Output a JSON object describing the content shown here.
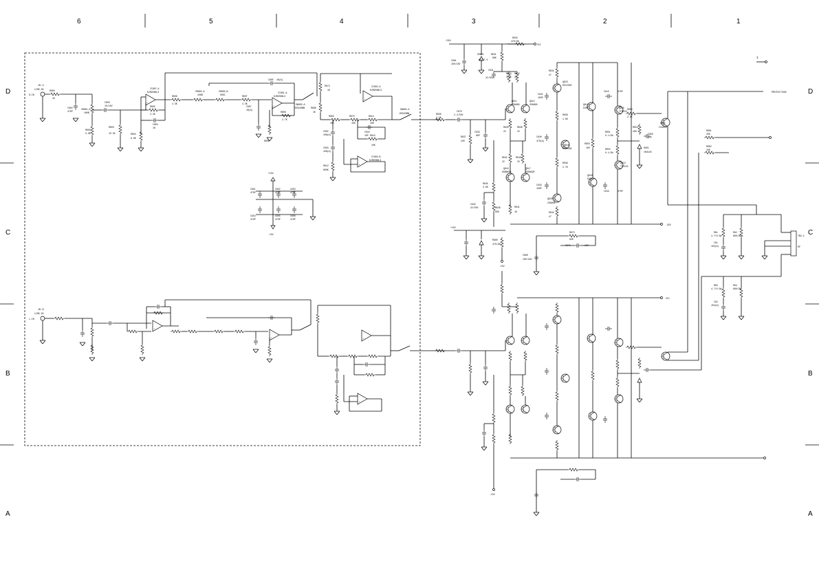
{
  "zones": {
    "columns": [
      "6",
      "5",
      "4",
      "3",
      "2",
      "1"
    ],
    "rows": [
      "D",
      "C",
      "B",
      "A"
    ]
  },
  "labels": {
    "in_top": "JK-4",
    "in_top2": "LINE-IN",
    "in_top3": "R-IN",
    "in_bot": "JK-6",
    "in_bot2": "LINE-IN",
    "in_bot3": "L-IN",
    "r800": "R800",
    "r800v": "1K",
    "c802": "C802",
    "c802v": "470P",
    "vr801": "VR801-A",
    "vr801v": "10KB",
    "r802": "R802",
    "r802v": "3.9K",
    "c803": "C803",
    "c803v": "10/16V",
    "r803": "R803",
    "r803v": "10.2K",
    "ic807a": "IC807-A",
    "ic807av": "NJM2068L3",
    "r804": "R804",
    "r804v": "6.8K",
    "r806": "R806",
    "r806v": "4.3K",
    "c804": "C804",
    "c804v": "1N",
    "r805": "R805",
    "r805v": "4.3K",
    "vr802a": "VR802-A",
    "vr802av": "10KB",
    "vr803b": "VR803-B",
    "vr803bv": "50KC",
    "r807": "R807",
    "r807v": "4.3K",
    "c805": "C805",
    "c805v": "1N(A)",
    "c807": "C807",
    "c807v": "1N(A)",
    "ic801a": "IC801-A",
    "ic801av": "NJM2068L3",
    "r808": "R808",
    "r808v": "2.7K",
    "sw802a": "SW802-A",
    "sw802av": "JSS220BN",
    "r809": "R809",
    "r809v": "10K",
    "r874": "R874",
    "r874v": "1K",
    "r888": "R888",
    "r888v": "1K",
    "r865": "R865",
    "r865v": "10K",
    "r870": "R870",
    "r870v": "10K",
    "r814": "R814",
    "r814v": "43K",
    "c802b": "C802",
    "c802bv": "10N(A)",
    "c803b": "C803",
    "c803bv": "10N(A)",
    "c810": "C810",
    "c810v": "10P",
    "ic802a": "IC802-A",
    "ic802av": "NJM2068L3",
    "r813": "R813",
    "r813v": "10K",
    "ic803b": "IC803-B",
    "ic803bv": "NJM2068L3",
    "r812": "R812",
    "r812v": "680K",
    "sw804a": "SW804-A",
    "sw804av": "JSS220BN",
    "c851": "C851",
    "c851v": "470P",
    "c852": "C852",
    "c852v": "470P",
    "c853": "C853",
    "c853v": "470P",
    "c854": "C854",
    "c854v": "470P",
    "c855": "C855",
    "c855v": "470P",
    "c856": "C856",
    "c856v": "470P",
    "v15p": "+15V",
    "v15n": "-15V",
    "r830": "R830",
    "r830v": "2.2K",
    "c870": "C870",
    "c870v": "2.2/50V",
    "r837": "R837",
    "r837v": "22K",
    "c833": "C833",
    "c833v": "68P",
    "q_vcc": "+35V",
    "r833": "R833",
    "r833v": "470/2W",
    "vcc": "VCC",
    "c881": "C881",
    "c881v": "100/16V",
    "zd801": "ZD801",
    "zd801v": "MTZJ7.5",
    "r831": "R831",
    "r831v": "68K",
    "c831": "C831",
    "c831v": "22/50V",
    "r834": "R834",
    "r834v": "3.6K",
    "r832": "R832",
    "r832v": "22",
    "q811": "Q811",
    "q811v": "2SA968",
    "q812": "Q812",
    "q812v": "2SA968",
    "r835": "R835",
    "r835v": "22",
    "r836": "R836",
    "r836v": "22",
    "r834b": "R834",
    "r834bv": "47",
    "q823": "Q823",
    "q823v": "KSC2383",
    "c841": "C841",
    "c841v": "100P",
    "r838": "R838",
    "r838v": "1.8K",
    "c840": "C840",
    "c840v": "470(A)",
    "q818": "Q818",
    "q818v": "KSC2383",
    "r839": "R839",
    "r839v": "2.7K",
    "r840": "R840",
    "r840v": "2.7K",
    "q817": "Q817",
    "q817v": "KSD882R",
    "q816": "Q816",
    "q816v": "KSB882R",
    "r842": "R842",
    "r842v": "22",
    "r843": "R843",
    "r843v": "22",
    "r845": "R845",
    "r845v": "3.6K",
    "c842": "C842",
    "c842v": "22/50V",
    "r846": "R846",
    "r846v": "680",
    "r841": "R841",
    "r841v": "1K",
    "c843": "C843",
    "c843v": "100P",
    "q822": "Q822",
    "q822v": "2SA968",
    "r844": "R844",
    "r844v": "47",
    "c815": "C815",
    "c815v": "470P",
    "q814": "Q814",
    "q814v": "D40C",
    "q815": "Q815",
    "q815v": "TIP150",
    "r850": "R850",
    "r850v": "100",
    "r851": "R851",
    "r851v": "0.1/2W",
    "r852": "R852",
    "r852v": "0.1/2W",
    "q813": "Q813",
    "q813v": "TIP145",
    "q819": "Q819",
    "q819v": "D43C",
    "c844": "C844",
    "c844v": "470P",
    "r853": "R853",
    "r853v": "2.2K",
    "r854": "R854",
    "r854v": "10K",
    "c850": "C850",
    "c850v": "47P",
    "d801": "D801",
    "d801v": "1N4148",
    "q841": "Q841",
    "q841v": "C3320S",
    "r861": "R861",
    "r861v": "20K",
    "r862": "R862",
    "r862v": "10K",
    "c871": "C871",
    "c871v": "10P",
    "c873": "C873",
    "c873v": "10P",
    "r873": "R873",
    "r873v": "82K",
    "c880": "C880",
    "c880v": "100/16V",
    "r880": "R880",
    "r880v": "470/2W",
    "protection": "PROTECTION",
    "spk": "SP",
    "r81": "R81",
    "r81v": "4.7/0.5W",
    "r82": "R82",
    "r82v": "680/2W",
    "c81": "C81",
    "c81v": "104(A)",
    "r83": "R83",
    "r83v": "4.7/0.5W",
    "r84": "R84",
    "r84v": "680/2W",
    "c82": "C82",
    "c82v": "104(A)",
    "cn": "TB2-2",
    "vee": "-35V",
    "vcc2": "VCC",
    "veebot": "-15V",
    "sheet_num": "1"
  }
}
